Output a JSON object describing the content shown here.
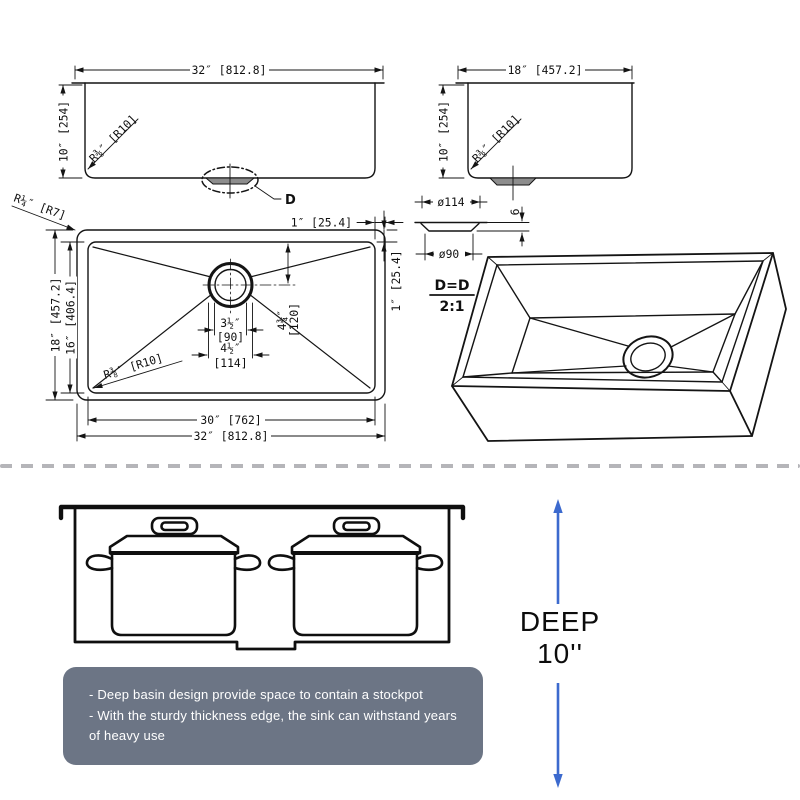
{
  "drawing": {
    "front_view": {
      "width_dim": "32″ [812.8]",
      "height_dim": "10″ [254]",
      "radius_label": "R⅜″ [R10]",
      "detail_letter": "D"
    },
    "side_view": {
      "width_dim": "18″ [457.2]",
      "height_dim": "10″ [254]",
      "radius_label": "R⅜″ [R10]"
    },
    "plan_view": {
      "outer_width_dim": "32″ [812.8]",
      "inner_width_dim": "30″ [762]",
      "outer_depth_dim": "18″ [457.2]",
      "inner_depth_dim": "16″ [406.4]",
      "corner_radius_label": "R¼″ [R7]",
      "bowl_radius_label": "R⅜″ [R10]",
      "top_edge_dim": "1″ [25.4]",
      "right_edge_dim": "1″ [25.4]",
      "drain_offset_in": "4¾″",
      "drain_offset_mm": "[120]",
      "drain_inner_in": "3½″",
      "drain_inner_mm": "[90]",
      "drain_outer_in": "4½″",
      "drain_outer_mm": "[114]"
    },
    "detail_view": {
      "outer_dia": "ø114",
      "inner_dia": "ø90",
      "height_dim": "6",
      "scale_name": "D=D",
      "scale_ratio": "2:1"
    }
  },
  "marketing": {
    "depth_word": "DEEP",
    "depth_value": "10''",
    "bullet1": "- Deep basin design provide space to contain a stockpot",
    "bullet2": "- With the sturdy thickness edge, the sink can withstand years of heavy use",
    "colors": {
      "arrow_blue": "#3c6ace",
      "box_gray": "#6c7585",
      "divider_gray": "#b5b5b9",
      "line_black": "#141414"
    }
  }
}
